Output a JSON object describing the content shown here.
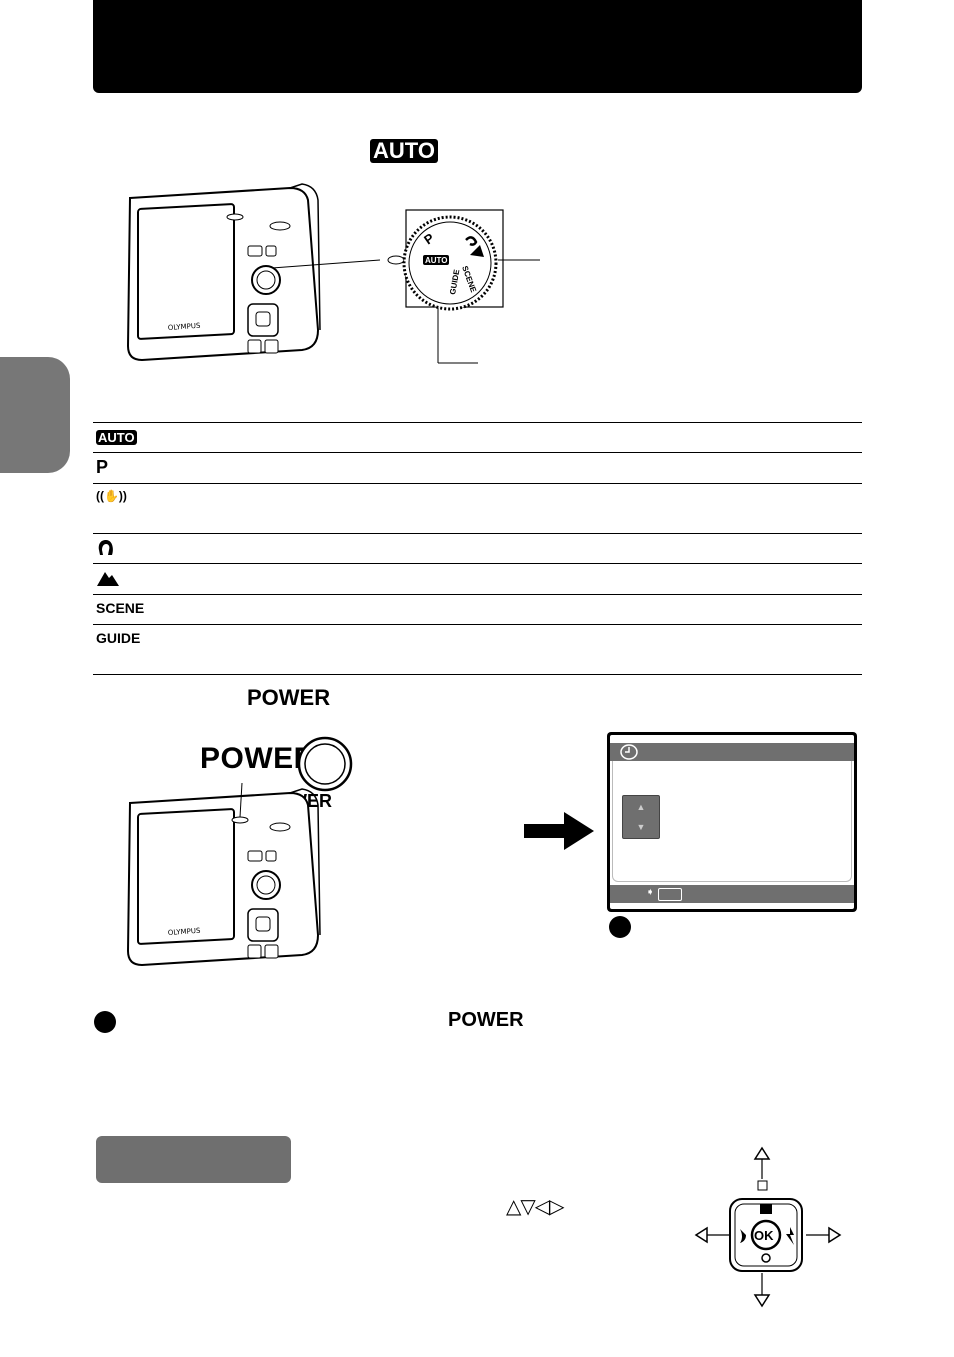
{
  "header": {
    "title": ""
  },
  "section1": {
    "heading_badge": "AUTO"
  },
  "camera_top": {
    "brand": "OLYMPUS"
  },
  "dial": {
    "labels": [
      "P",
      "AUTO",
      "GUIDE",
      "SCENE"
    ]
  },
  "modes": [
    {
      "icon": "auto-badge-icon",
      "label": "AUTO",
      "text": ""
    },
    {
      "icon": "program-icon",
      "label": "P",
      "text": ""
    },
    {
      "icon": "dis-hand-icon",
      "label": "((✋))",
      "text": ""
    },
    {
      "icon": "portrait-icon",
      "label": "",
      "text": ""
    },
    {
      "icon": "landscape-icon",
      "label": "",
      "text": ""
    },
    {
      "icon": "scene-icon",
      "label": "SCENE",
      "text": ""
    },
    {
      "icon": "guide-icon",
      "label": "GUIDE",
      "text": ""
    }
  ],
  "section2": {
    "heading_power": "POWER",
    "power_big": "POWER",
    "power_small": "POWER"
  },
  "camera_bottom": {
    "brand": "OLYMPUS"
  },
  "note": {
    "power": "POWER"
  },
  "arrows_inline": "△▽◁▷",
  "dpad": {
    "ok": "OK"
  }
}
